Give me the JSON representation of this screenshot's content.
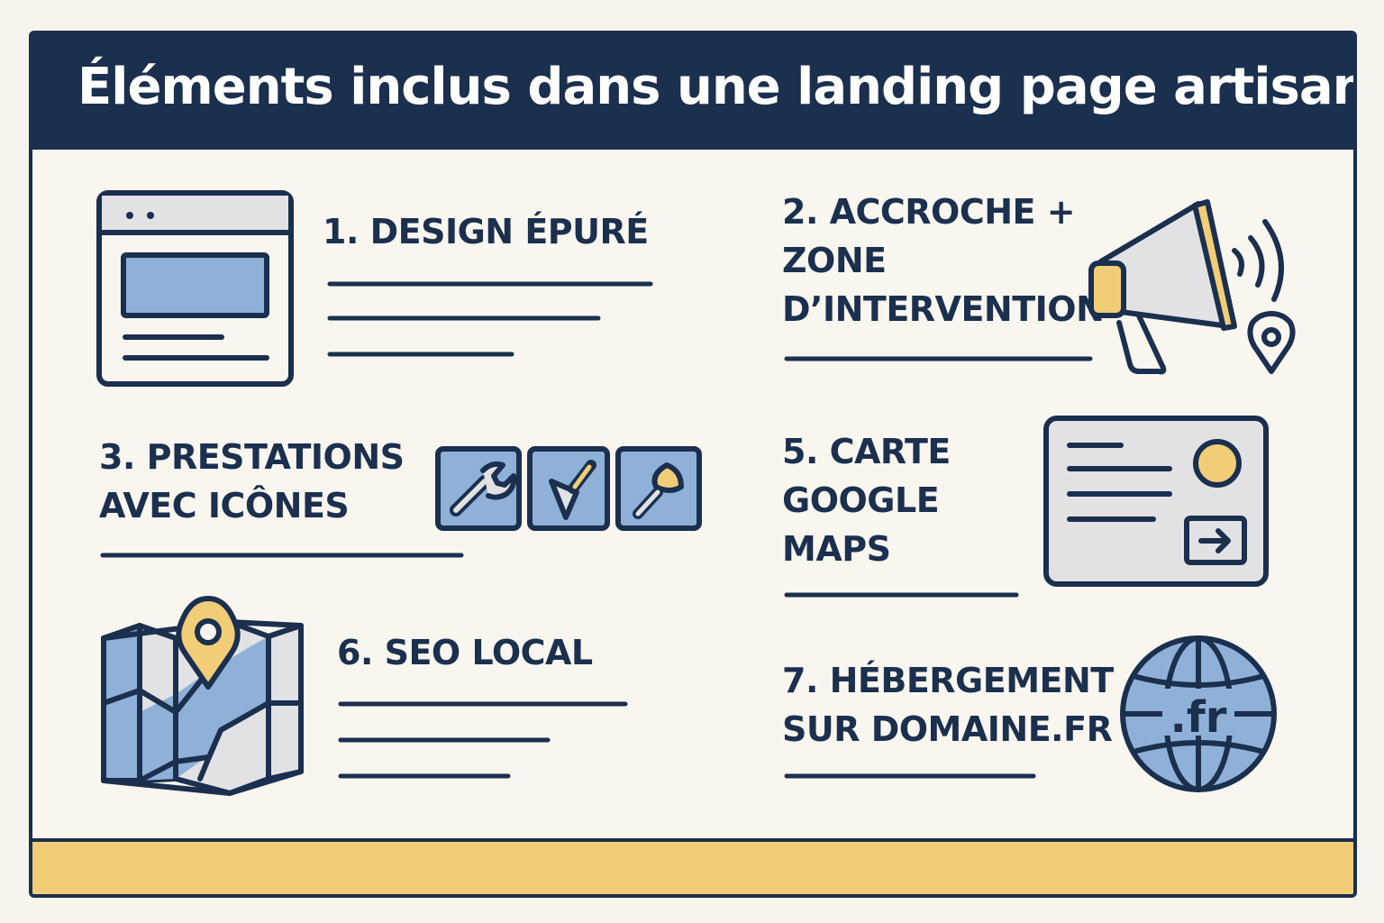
{
  "header": {
    "title": "Éléments inclus dans une landing page artisan"
  },
  "items": [
    {
      "lines": [
        "1. DESIGN ÉPURÉ"
      ]
    },
    {
      "lines": [
        "2. ACCROCHE +",
        "ZONE",
        "D’INTERVENTION"
      ]
    },
    {
      "lines": [
        "3. PRESTATIONS",
        "AVEC ICÔNES"
      ]
    },
    {
      "lines": [
        "5. CARTE",
        "GOOGLE",
        "MAPS"
      ]
    },
    {
      "lines": [
        "6. SEO LOCAL"
      ]
    },
    {
      "lines": [
        "7. HÉBERGEMENT",
        "SUR DOMAINE.FR"
      ]
    }
  ],
  "globe_label": ".fr",
  "colors": {
    "navy": "#1b2f4e",
    "blue": "#8fb1d8",
    "yellow": "#f2cd78",
    "grey": "#e2e2e4",
    "cream": "#f9f6ef"
  },
  "icons": [
    "browser-window-icon",
    "megaphone-icon",
    "location-pin-icon",
    "wrench-icon",
    "trowel-icon",
    "plunger-icon",
    "contact-card-icon",
    "arrow-right-icon",
    "folded-map-icon",
    "globe-icon"
  ]
}
